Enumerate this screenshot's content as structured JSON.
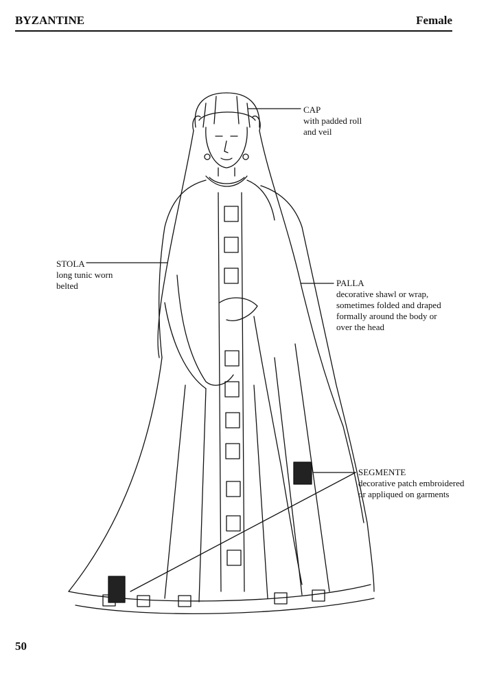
{
  "header": {
    "section": "BYZANTINE",
    "category": "Female"
  },
  "page_number": "50",
  "labels": {
    "cap": {
      "title": "CAP",
      "desc": [
        "with padded roll",
        "and veil"
      ]
    },
    "stola": {
      "title": "STOLA",
      "desc": [
        "long tunic worn",
        "belted"
      ]
    },
    "palla": {
      "title": "PALLA",
      "desc": [
        "decorative shawl or wrap,",
        "sometimes folded and draped",
        "formally around the body or",
        "over the head"
      ]
    },
    "segmente": {
      "title": "SEGMENTE",
      "desc": [
        "decorative patch embroidered",
        "or appliqued on garments"
      ]
    }
  }
}
